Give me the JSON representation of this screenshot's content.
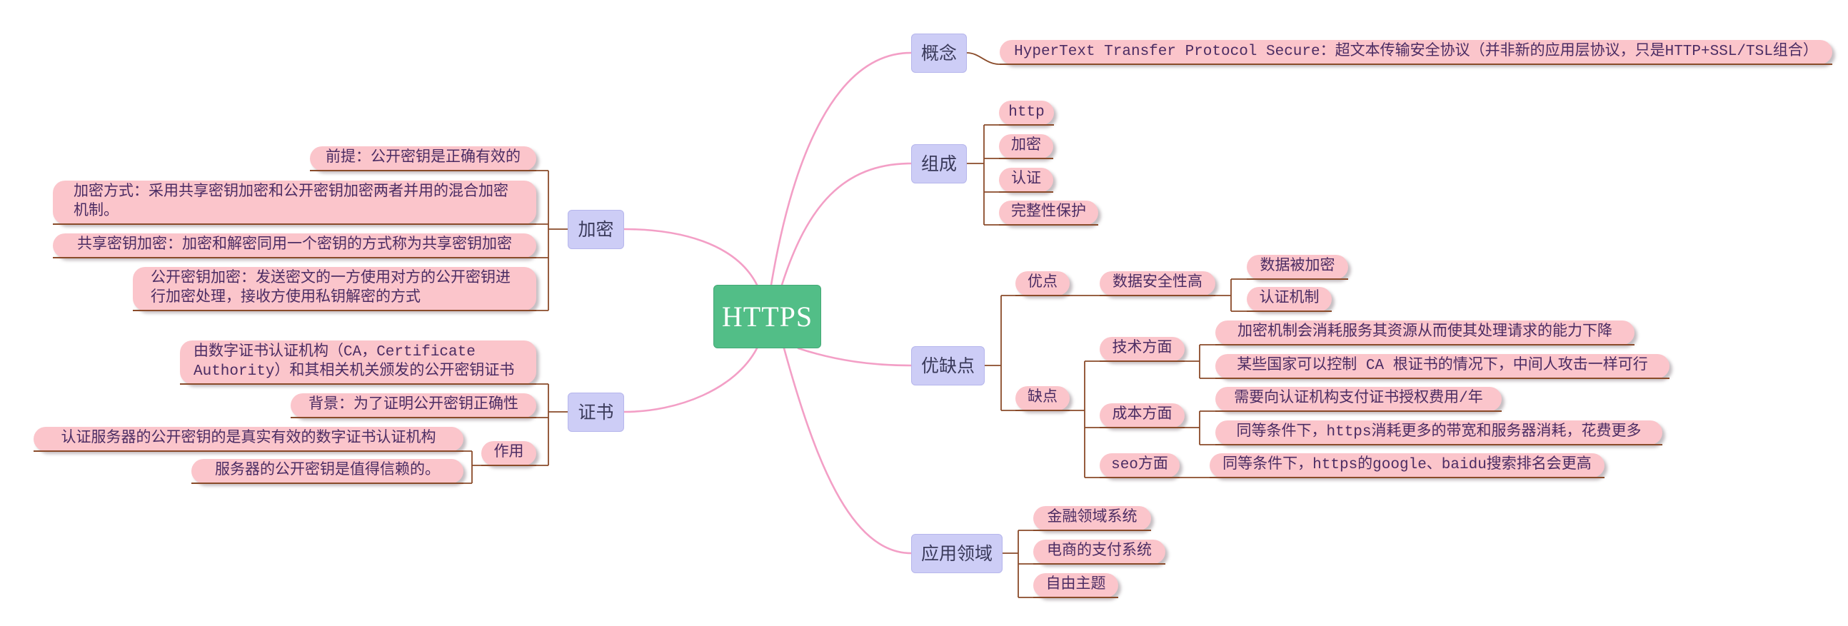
{
  "root": {
    "label": "HTTPS"
  },
  "colors": {
    "root_fill": "#52be87",
    "branch_fill": "#cdcdf6",
    "leaf_fill": "#fbc5cb",
    "leaf_text": "#4b2c63",
    "trunk_line": "#f39fc6",
    "connector_line": "#8a4b2a"
  },
  "right": {
    "concept": {
      "label": "概念",
      "children": [
        "HyperText Transfer Protocol Secure：超文本传输安全协议（并非新的应用层协议，只是HTTP+SSL/TSL组合）"
      ]
    },
    "composition": {
      "label": "组成",
      "children": [
        "http",
        "加密",
        "认证",
        "完整性保护"
      ]
    },
    "pros_cons": {
      "label": "优缺点",
      "pros": {
        "label": "优点",
        "data_security": {
          "label": "数据安全性高",
          "children": [
            "数据被加密",
            "认证机制"
          ]
        }
      },
      "cons": {
        "label": "缺点",
        "technical": {
          "label": "技术方面",
          "children": [
            "加密机制会消耗服务其资源从而使其处理请求的能力下降",
            "某些国家可以控制 CA 根证书的情况下，中间人攻击一样可行"
          ]
        },
        "cost": {
          "label": "成本方面",
          "children": [
            "需要向认证机构支付证书授权费用/年",
            "同等条件下，https消耗更多的带宽和服务器消耗，花费更多"
          ]
        },
        "seo": {
          "label": "seo方面",
          "children": [
            "同等条件下，https的google、baidu搜索排名会更高"
          ]
        }
      }
    },
    "applications": {
      "label": "应用领域",
      "children": [
        "金融领域系统",
        "电商的支付系统",
        "自由主题"
      ]
    }
  },
  "left": {
    "encryption": {
      "label": "加密",
      "children": [
        "前提：公开密钥是正确有效的",
        "加密方式：采用共享密钥加密和公开密钥加密两者并用的混合加密机制。",
        "共享密钥加密：加密和解密同用一个密钥的方式称为共享密钥加密",
        "公开密钥加密：发送密文的一方使用对方的公开密钥进行加密处理，接收方使用私钥解密的方式"
      ]
    },
    "certificate": {
      "label": "证书",
      "children": [
        "由数字证书认证机构（CA，Certificate Authority）和其相关机关颁发的公开密钥证书",
        "背景：为了证明公开密钥正确性"
      ],
      "purpose": {
        "label": "作用",
        "children": [
          "认证服务器的公开密钥的是真实有效的数字证书认证机构",
          "服务器的公开密钥是值得信赖的。"
        ]
      }
    }
  }
}
